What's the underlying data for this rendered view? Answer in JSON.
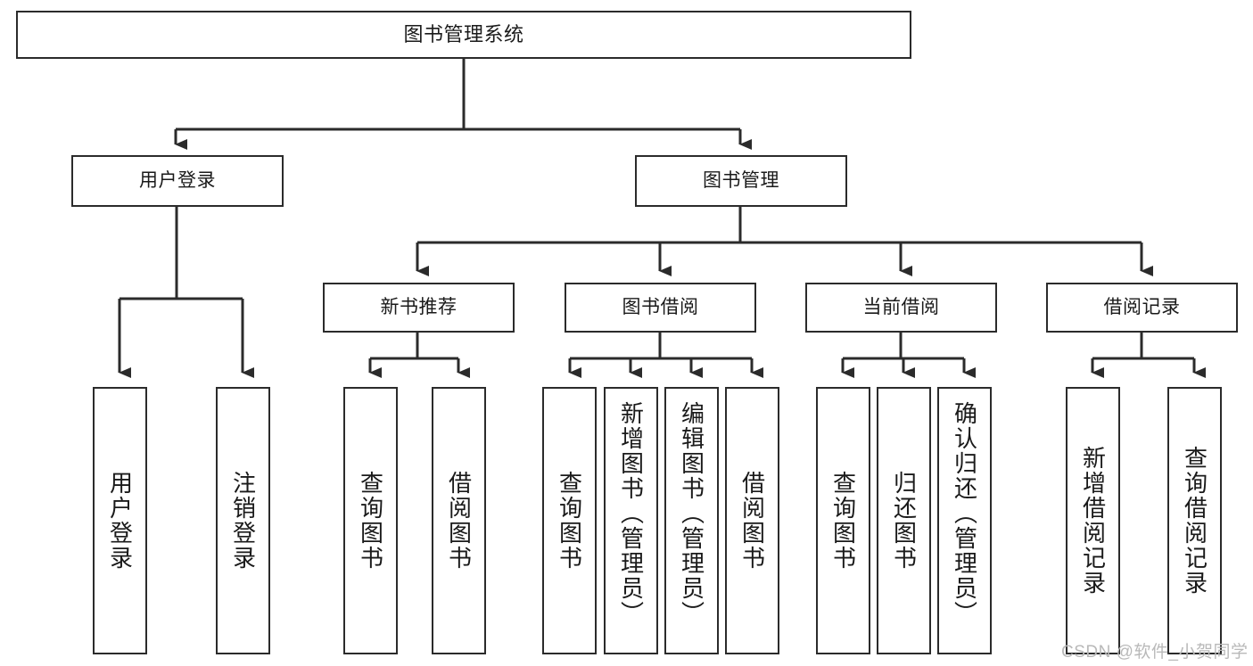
{
  "diagram": {
    "type": "tree-hierarchy-chart",
    "title": "图书管理系统",
    "stroke_color": "#2b2b2b",
    "fill_color": "#ffffff",
    "levels": {
      "root": {
        "label": "图书管理系统"
      },
      "level2": [
        {
          "id": "user-login",
          "label": "用户登录"
        },
        {
          "id": "book-manage",
          "label": "图书管理"
        }
      ],
      "level3": [
        {
          "id": "new-book-recommend",
          "label": "新书推荐"
        },
        {
          "id": "book-borrow",
          "label": "图书借阅"
        },
        {
          "id": "current-borrow",
          "label": "当前借阅"
        },
        {
          "id": "borrow-record",
          "label": "借阅记录"
        }
      ],
      "leaves": {
        "user-login": [
          {
            "id": "leaf-user-login",
            "label": "用户登录"
          },
          {
            "id": "leaf-logout-login",
            "label": "注销登录"
          }
        ],
        "new-book-recommend": [
          {
            "id": "leaf-query-book-1",
            "label": "查询图书"
          },
          {
            "id": "leaf-borrow-book-1",
            "label": "借阅图书"
          }
        ],
        "book-borrow": [
          {
            "id": "leaf-query-book-2",
            "label": "查询图书"
          },
          {
            "id": "leaf-add-book",
            "label": "新增图书（管理员）"
          },
          {
            "id": "leaf-edit-book",
            "label": "编辑图书（管理员）"
          },
          {
            "id": "leaf-borrow-book-2",
            "label": "借阅图书"
          }
        ],
        "current-borrow": [
          {
            "id": "leaf-query-book-3",
            "label": "查询图书"
          },
          {
            "id": "leaf-return-book",
            "label": "归还图书"
          },
          {
            "id": "leaf-confirm-return",
            "label": "确认归还（管理员）"
          }
        ],
        "borrow-record": [
          {
            "id": "leaf-add-record",
            "label": "新增借阅记录"
          },
          {
            "id": "leaf-query-record",
            "label": "查询借阅记录"
          }
        ]
      }
    }
  },
  "watermark": {
    "text": "CSDN @软件_小贺同学",
    "color": "#b9b9b9"
  }
}
